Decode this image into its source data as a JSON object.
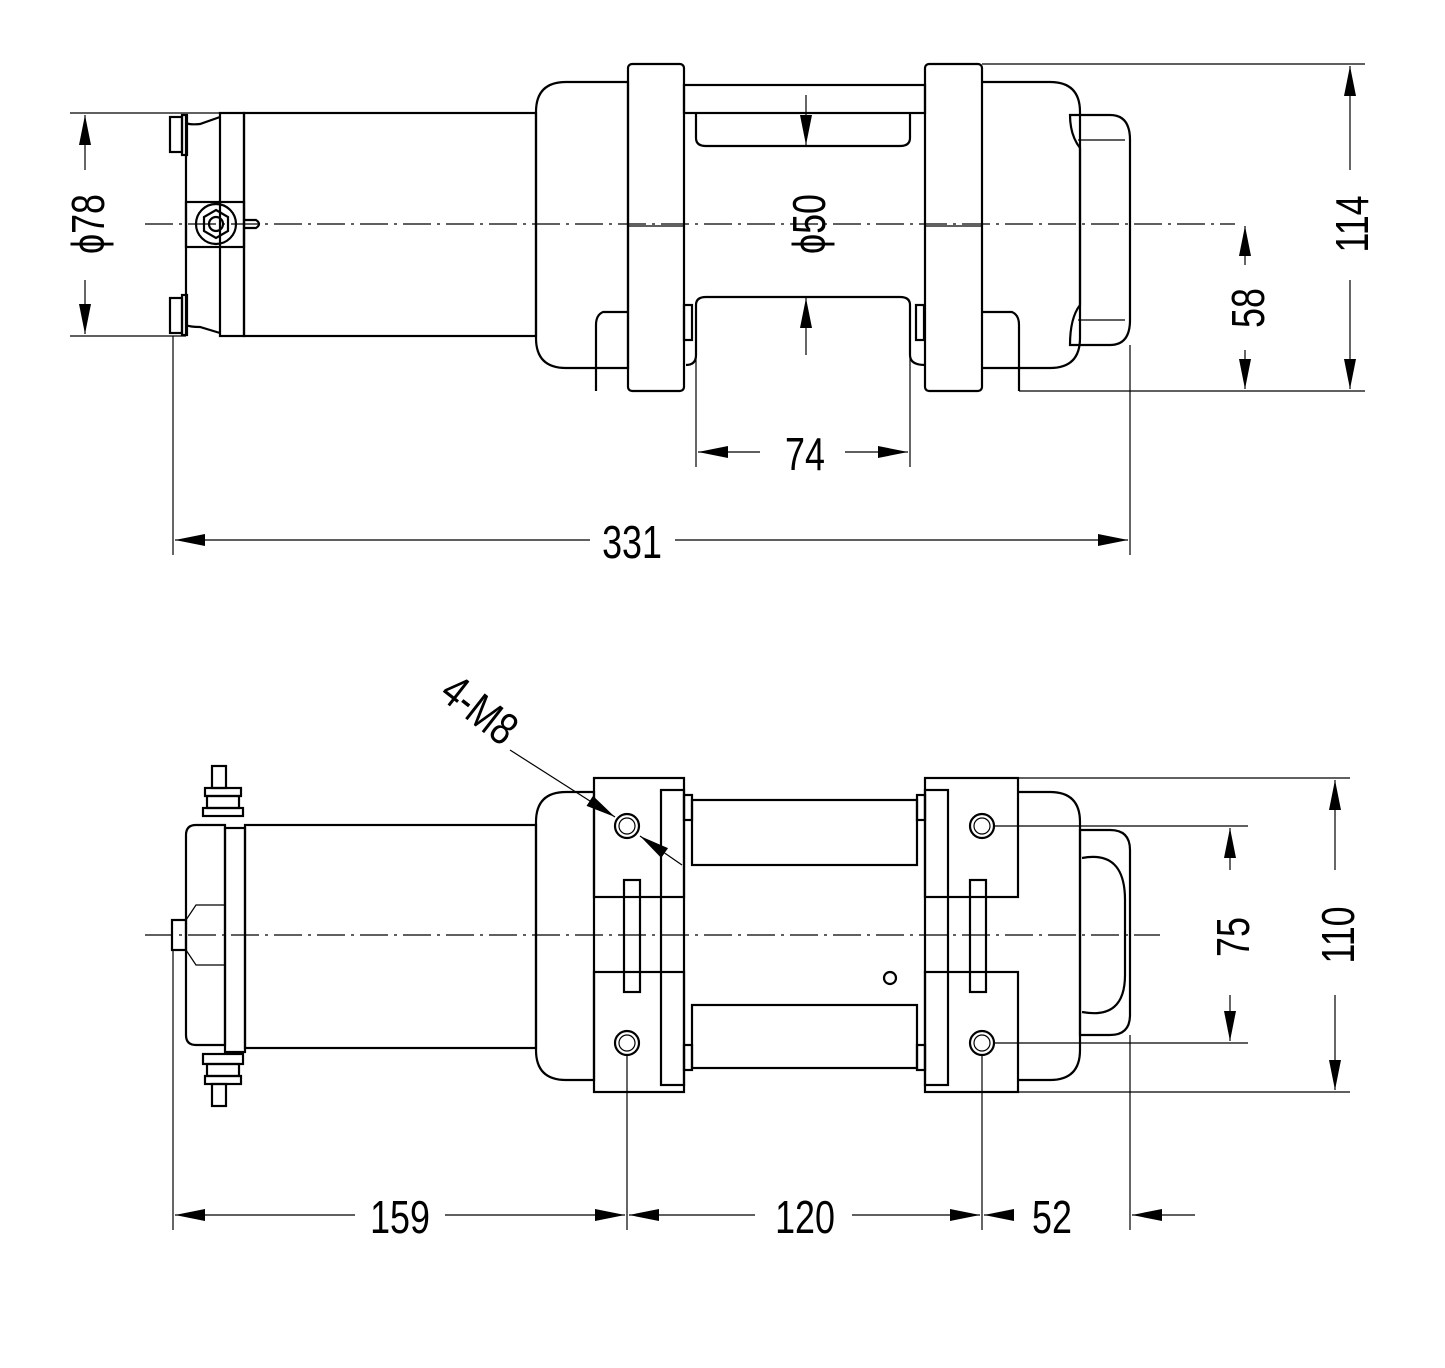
{
  "drawing": {
    "top_view": {
      "motor_diameter": "ϕ78",
      "drum_diameter": "ϕ50",
      "overall_height": "114",
      "base_height": "58",
      "drum_length": "74",
      "overall_length": "331"
    },
    "bottom_view": {
      "mounting_bolts": "4-M8",
      "bolt_spacing_vertical": "75",
      "overall_width": "110",
      "motor_to_bolt": "159",
      "bolt_spacing_horizontal": "120",
      "bolt_to_end": "52"
    }
  }
}
